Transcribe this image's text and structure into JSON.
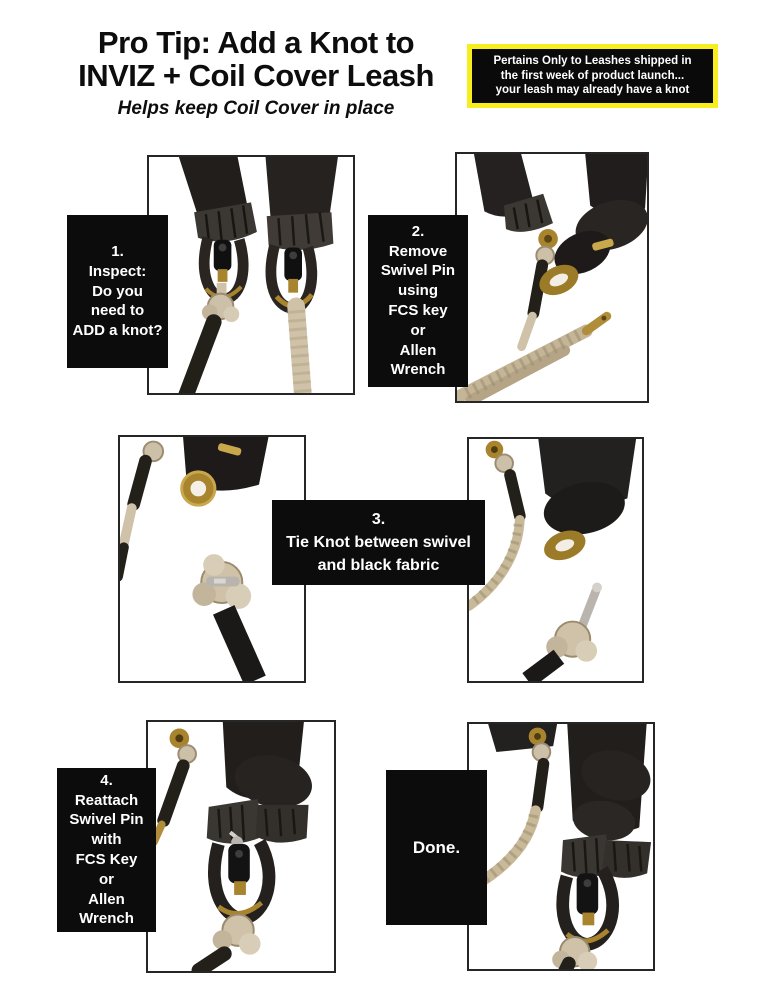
{
  "header": {
    "title": "Pro Tip: Add a Knot to\nINVIZ + Coil Cover Leash",
    "subtitle": "Helps keep Coil Cover in place"
  },
  "notice": {
    "text": "Pertains Only to Leashes shipped in\nthe first week of product launch...\nyour leash may already have a knot",
    "border_color": "#f7ee20",
    "background": "#0a0a0a",
    "text_color": "#ffffff"
  },
  "steps": [
    {
      "text": "1.\nInspect:\nDo you\nneed to\nADD a knot?"
    },
    {
      "text": "2.\nRemove\nSwivel Pin\nusing\nFCS key\nor\nAllen\nWrench"
    },
    {
      "text": "3.\nTie Knot between swivel\nand black fabric"
    },
    {
      "text": "4.\nReattach\nSwivel Pin\nwith\nFCS Key\nor\nAllen\nWrench"
    },
    {
      "text": "Done."
    }
  ],
  "photos": [
    {
      "name": "photo-1",
      "description": "Two leash swivel ends side by side, left one has knot added"
    },
    {
      "name": "photo-2",
      "description": "Swivel pin removed, brass pin and rope separated"
    },
    {
      "name": "photo-3",
      "description": "Knot tied in rope with pin through it beside swivel grommet"
    },
    {
      "name": "photo-4",
      "description": "Knot tied between swivel and black fabric, pin upright"
    },
    {
      "name": "photo-5",
      "description": "Reattaching swivel pin above the new knot"
    },
    {
      "name": "photo-6",
      "description": "Finished leash with knot and swivel reattached"
    }
  ],
  "colors": {
    "accent_yellow": "#f7ee20",
    "box_black": "#0c0c0c",
    "rope": "#cfc2a8",
    "brass": "#a8842e",
    "fabric": "#211e1c"
  }
}
